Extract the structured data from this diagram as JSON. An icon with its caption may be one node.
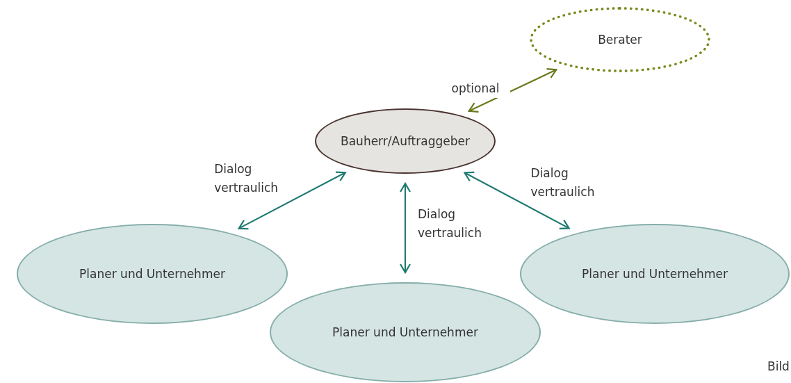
{
  "diagram": {
    "nodes": [
      {
        "text": [
          "Berater"
        ]
      },
      {
        "text": [
          "Bauherr/Auftraggeber"
        ]
      },
      {
        "text": [
          "Planer und Unternehmer"
        ]
      },
      {
        "text": [
          "Planer und Unternehmer"
        ]
      },
      {
        "text": [
          "Planer und Unternehmer"
        ]
      }
    ],
    "edges": [
      {
        "from": 1,
        "to": 0,
        "arrow": "both",
        "label": "optional",
        "color": "#6b7a1f"
      },
      {
        "from": 1,
        "to": 2,
        "arrow": "both",
        "label": "Dialog vertraulich"
      },
      {
        "from": 1,
        "to": 3,
        "arrow": "both",
        "label": "Dialog vertraulich"
      },
      {
        "from": 1,
        "to": 4,
        "arrow": "both",
        "label": "Dialog vertraulich"
      }
    ],
    "labels": [
      "Bild"
    ]
  }
}
